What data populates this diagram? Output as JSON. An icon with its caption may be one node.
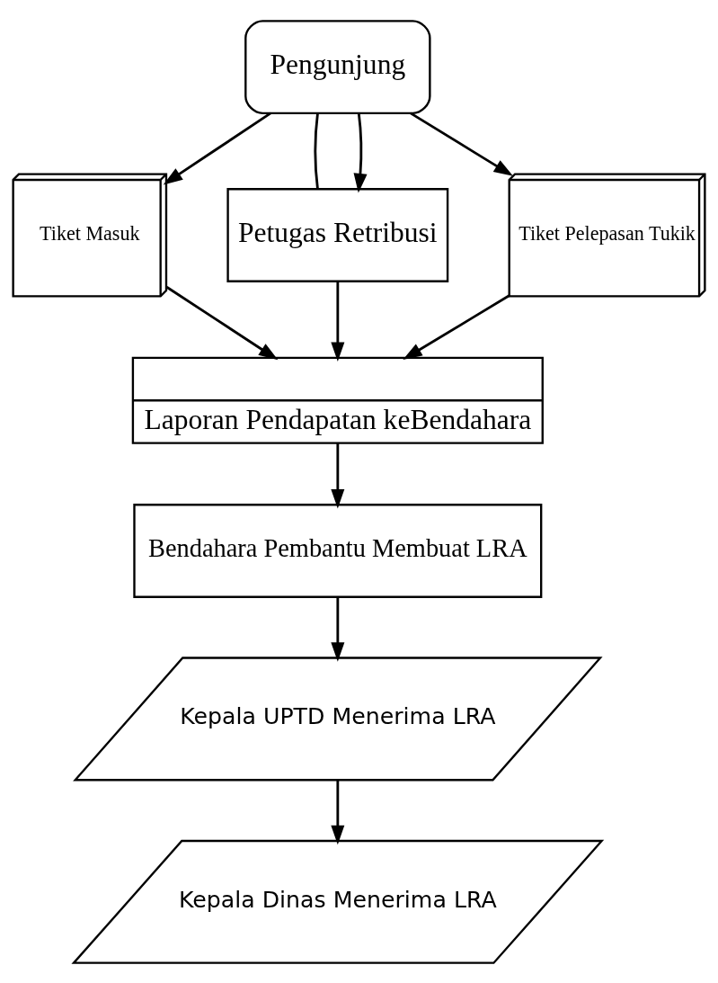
{
  "diagram": {
    "nodes": [
      {
        "text": [
          "Pengunjung"
        ]
      },
      {
        "text": [
          "Tiket Masuk"
        ]
      },
      {
        "text": [
          "Petugas Retribusi"
        ]
      },
      {
        "text": [
          "Tiket Pelepasan Tukik"
        ]
      },
      {
        "text": [
          "Laporan Pendapatan keBendahara"
        ]
      },
      {
        "text": [
          "Bendahara Pembantu Membuat LRA"
        ]
      },
      {
        "text": [
          "Kepala UPTD Menerima LRA"
        ]
      },
      {
        "text": [
          "Kepala Dinas Menerima LRA"
        ]
      }
    ],
    "edges": [
      {
        "from": 0,
        "to": 1,
        "arrow": "to"
      },
      {
        "from": 0,
        "to": 2,
        "arrow": "none"
      },
      {
        "from": 0,
        "to": 2,
        "arrow": "to"
      },
      {
        "from": 0,
        "to": 3,
        "arrow": "to"
      },
      {
        "from": 1,
        "to": 4,
        "arrow": "to"
      },
      {
        "from": 2,
        "to": 4,
        "arrow": "to"
      },
      {
        "from": 3,
        "to": 4,
        "arrow": "to"
      },
      {
        "from": 4,
        "to": 5,
        "arrow": "to"
      },
      {
        "from": 5,
        "to": 6,
        "arrow": "to"
      },
      {
        "from": 6,
        "to": 7,
        "arrow": "to"
      }
    ]
  }
}
